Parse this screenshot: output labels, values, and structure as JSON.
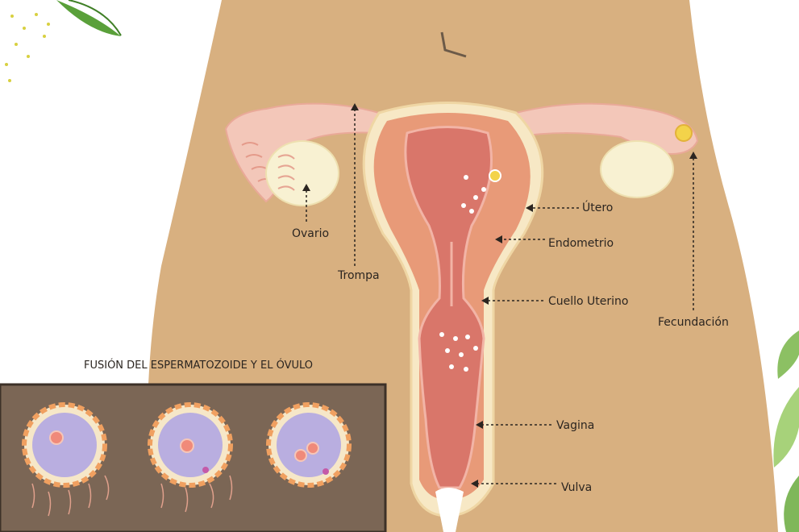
{
  "labels": {
    "ovario": "Ovario",
    "trompa": "Trompa",
    "utero": "Útero",
    "endometrio": "Endometrio",
    "cuello": "Cuello Uterino",
    "fecundacion": "Fecundación",
    "vagina": "Vagina",
    "vulva": "Vulva"
  },
  "inset": {
    "title": "FUSIÓN DEL ESPERMATOZOIDE Y EL ÓVULO"
  },
  "colors": {
    "skin": "#d8b080",
    "background": "#ffffff",
    "uterus_wall": "#e89a78",
    "uterus_inner": "#d9766a",
    "tube": "#f3c7b9",
    "ovary": "#f8f1d2",
    "inset_bg": "#7b6655",
    "ovum_membrane": "#f0a060",
    "ovum_cytoplasm": "#b9aee0",
    "leaf": "#6fb04a"
  }
}
